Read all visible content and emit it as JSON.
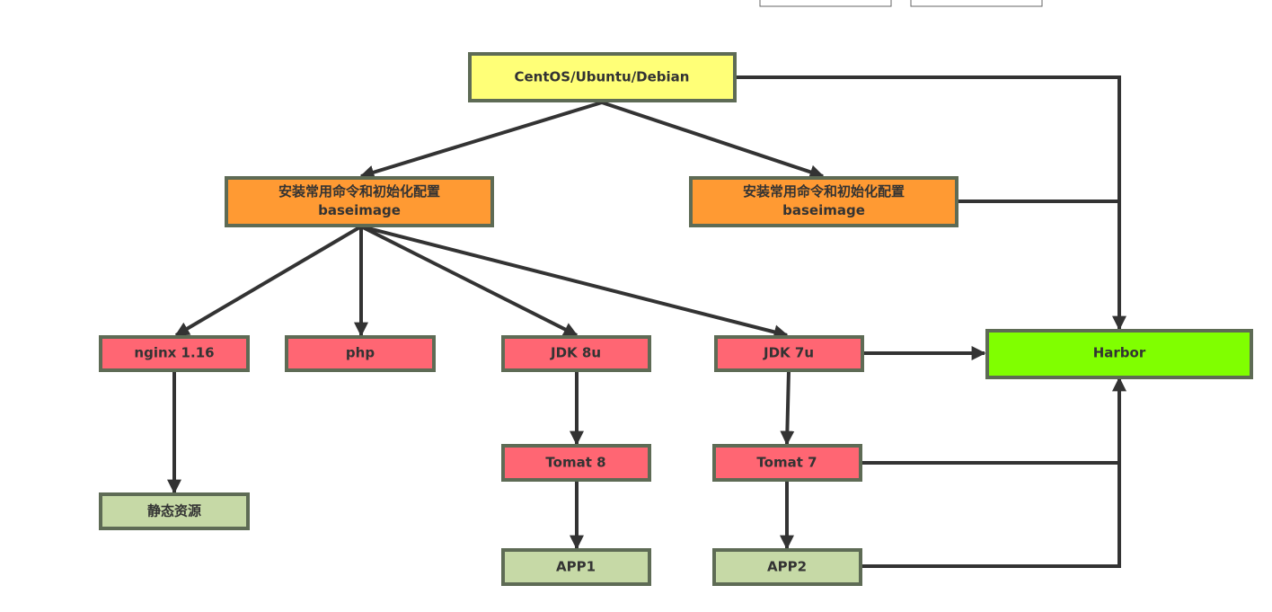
{
  "colors": {
    "os": "#ffff77",
    "base": "#ff9a33",
    "runtime": "#ff6673",
    "leaf": "#c6d9a6",
    "harbor": "#80ff00",
    "border": "#5e6b55",
    "edge": "#333333"
  },
  "nodes": {
    "os": {
      "lines": [
        "CentOS/Ubuntu/Debian"
      ]
    },
    "base_left": {
      "lines": [
        "安装常用命令和初始化配置",
        "baseimage"
      ]
    },
    "base_right": {
      "lines": [
        "安装常用命令和初始化配置",
        "baseimage"
      ]
    },
    "nginx": {
      "lines": [
        "nginx 1.16"
      ]
    },
    "php": {
      "lines": [
        "php"
      ]
    },
    "jdk8": {
      "lines": [
        "JDK 8u"
      ]
    },
    "jdk7": {
      "lines": [
        "JDK 7u"
      ]
    },
    "harbor": {
      "lines": [
        "Harbor"
      ]
    },
    "static": {
      "lines": [
        "静态资源"
      ]
    },
    "tomcat8": {
      "lines": [
        "Tomat 8"
      ]
    },
    "tomcat7": {
      "lines": [
        "Tomat 7"
      ]
    },
    "app1": {
      "lines": [
        "APP1"
      ]
    },
    "app2": {
      "lines": [
        "APP2"
      ]
    }
  }
}
